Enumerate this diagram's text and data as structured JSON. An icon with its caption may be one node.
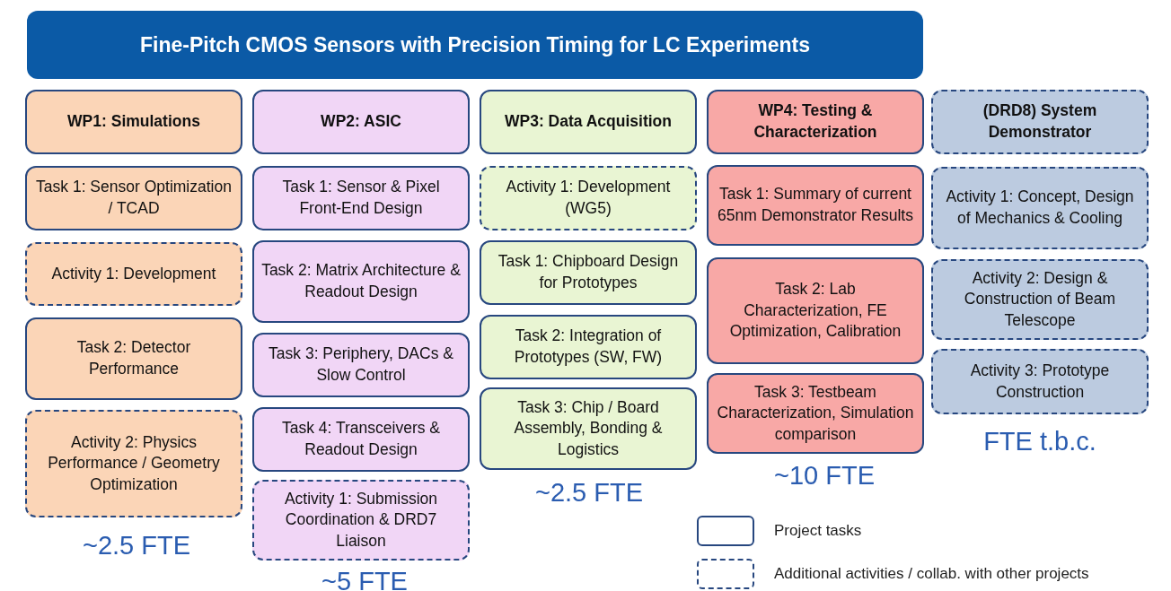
{
  "diagram": {
    "title": "Fine-Pitch CMOS Sensors with Precision Timing for LC Experiments",
    "nodes": [
      {
        "text": [
          "WP1: Simulations"
        ]
      },
      {
        "text": [
          "Task 1: Sensor Optimization / TCAD"
        ]
      },
      {
        "text": [
          "Activity 1: Development"
        ]
      },
      {
        "text": [
          "Task 2: Detector Performance"
        ]
      },
      {
        "text": [
          "Activity 2: Physics Performance / Geometry Optimization"
        ]
      },
      {
        "text": [
          "WP2: ASIC"
        ]
      },
      {
        "text": [
          "Task 1: Sensor & Pixel Front-End Design"
        ]
      },
      {
        "text": [
          "Task 2: Matrix Architecture & Readout Design"
        ]
      },
      {
        "text": [
          "Task 3: Periphery, DACs & Slow Control"
        ]
      },
      {
        "text": [
          "Task 4: Transceivers & Readout  Design"
        ]
      },
      {
        "text": [
          "Activity 1: Submission Coordination & DRD7 Liaison"
        ]
      },
      {
        "text": [
          "WP3: Data Acquisition"
        ]
      },
      {
        "text": [
          "Activity 1: Development (WG5)"
        ]
      },
      {
        "text": [
          "Task 1: Chipboard Design for Prototypes"
        ]
      },
      {
        "text": [
          "Task 2: Integration of Prototypes (SW, FW)"
        ]
      },
      {
        "text": [
          "Task 3: Chip / Board Assembly, Bonding & Logistics"
        ]
      },
      {
        "text": [
          "WP4: Testing & Characterization"
        ]
      },
      {
        "text": [
          "Task 1: Summary of current 65nm Demonstrator Results"
        ]
      },
      {
        "text": [
          "Task 2: Lab Characterization, FE Optimization, Calibration"
        ]
      },
      {
        "text": [
          "Task 3: Testbeam Characterization, Simulation comparison"
        ]
      },
      {
        "text": [
          "(DRD8) System Demonstrator"
        ]
      },
      {
        "text": [
          "Activity 1: Concept, Design of Mechanics & Cooling"
        ]
      },
      {
        "text": [
          "Activity 2: Design & Construction of Beam Telescope"
        ]
      },
      {
        "text": [
          "Activity 3: Prototype Construction"
        ]
      }
    ],
    "labels": [
      "~2.5 FTE",
      "~5 FTE",
      "~2.5 FTE",
      "~10 FTE",
      "FTE t.b.c."
    ],
    "legend": [
      {
        "text": "Project tasks"
      },
      {
        "text": "Additional activities / collab. with other projects"
      }
    ]
  }
}
